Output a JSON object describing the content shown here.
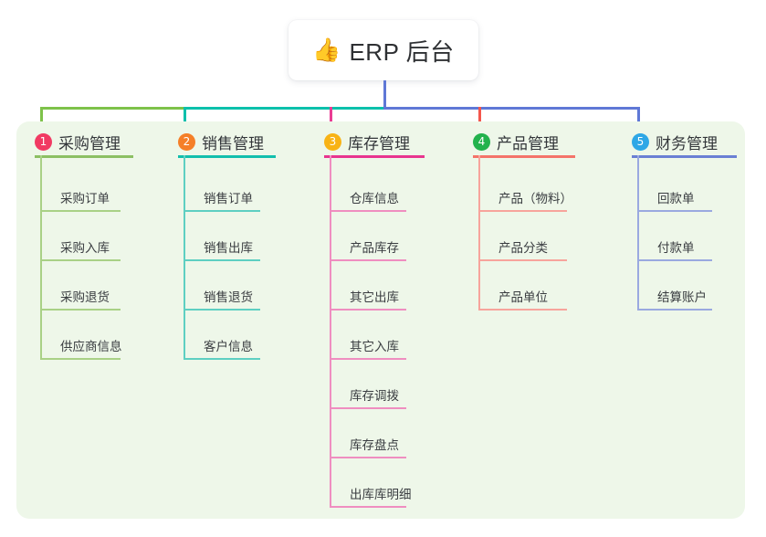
{
  "diagram": {
    "title": "ERP 后台",
    "root": {
      "icon": "thumbs-up-emoji",
      "icon_glyph": "👍",
      "label": "ERP 后台"
    },
    "panel_color": "#eef7e9",
    "columns": [
      {
        "number": "1",
        "label": "采购管理",
        "badge_color": "#f13a63",
        "rule_color": "#8cc063",
        "leaf_rule_color": "#a9d186",
        "connector_color": "#7ec24a",
        "items": [
          "采购订单",
          "采购入库",
          "采购退货",
          "供应商信息"
        ]
      },
      {
        "number": "2",
        "label": "销售管理",
        "badge_color": "#f57f28",
        "rule_color": "#12bfad",
        "leaf_rule_color": "#5ecfc2",
        "connector_color": "#0bc0ab",
        "items": [
          "销售订单",
          "销售出库",
          "销售退货",
          "客户信息"
        ]
      },
      {
        "number": "3",
        "label": "库存管理",
        "badge_color": "#f8b315",
        "rule_color": "#e8358f",
        "leaf_rule_color": "#ef8ec0",
        "connector_color": "#ea3c93",
        "items": [
          "仓库信息",
          "产品库存",
          "其它出库",
          "其它入库",
          "库存调拨",
          "库存盘点",
          "出库库明细"
        ]
      },
      {
        "number": "4",
        "label": "产品管理",
        "badge_color": "#22b24c",
        "rule_color": "#f4746a",
        "leaf_rule_color": "#f7a49c",
        "connector_color": "#f4564c",
        "items": [
          "产品（物料）",
          "产品分类",
          "产品单位"
        ]
      },
      {
        "number": "5",
        "label": "财务管理",
        "badge_color": "#2ea7e6",
        "rule_color": "#6a80d4",
        "leaf_rule_color": "#9aa9e0",
        "connector_color": "#5f78d6",
        "items": [
          "回款单",
          "付款单",
          "结算账户"
        ]
      }
    ]
  }
}
